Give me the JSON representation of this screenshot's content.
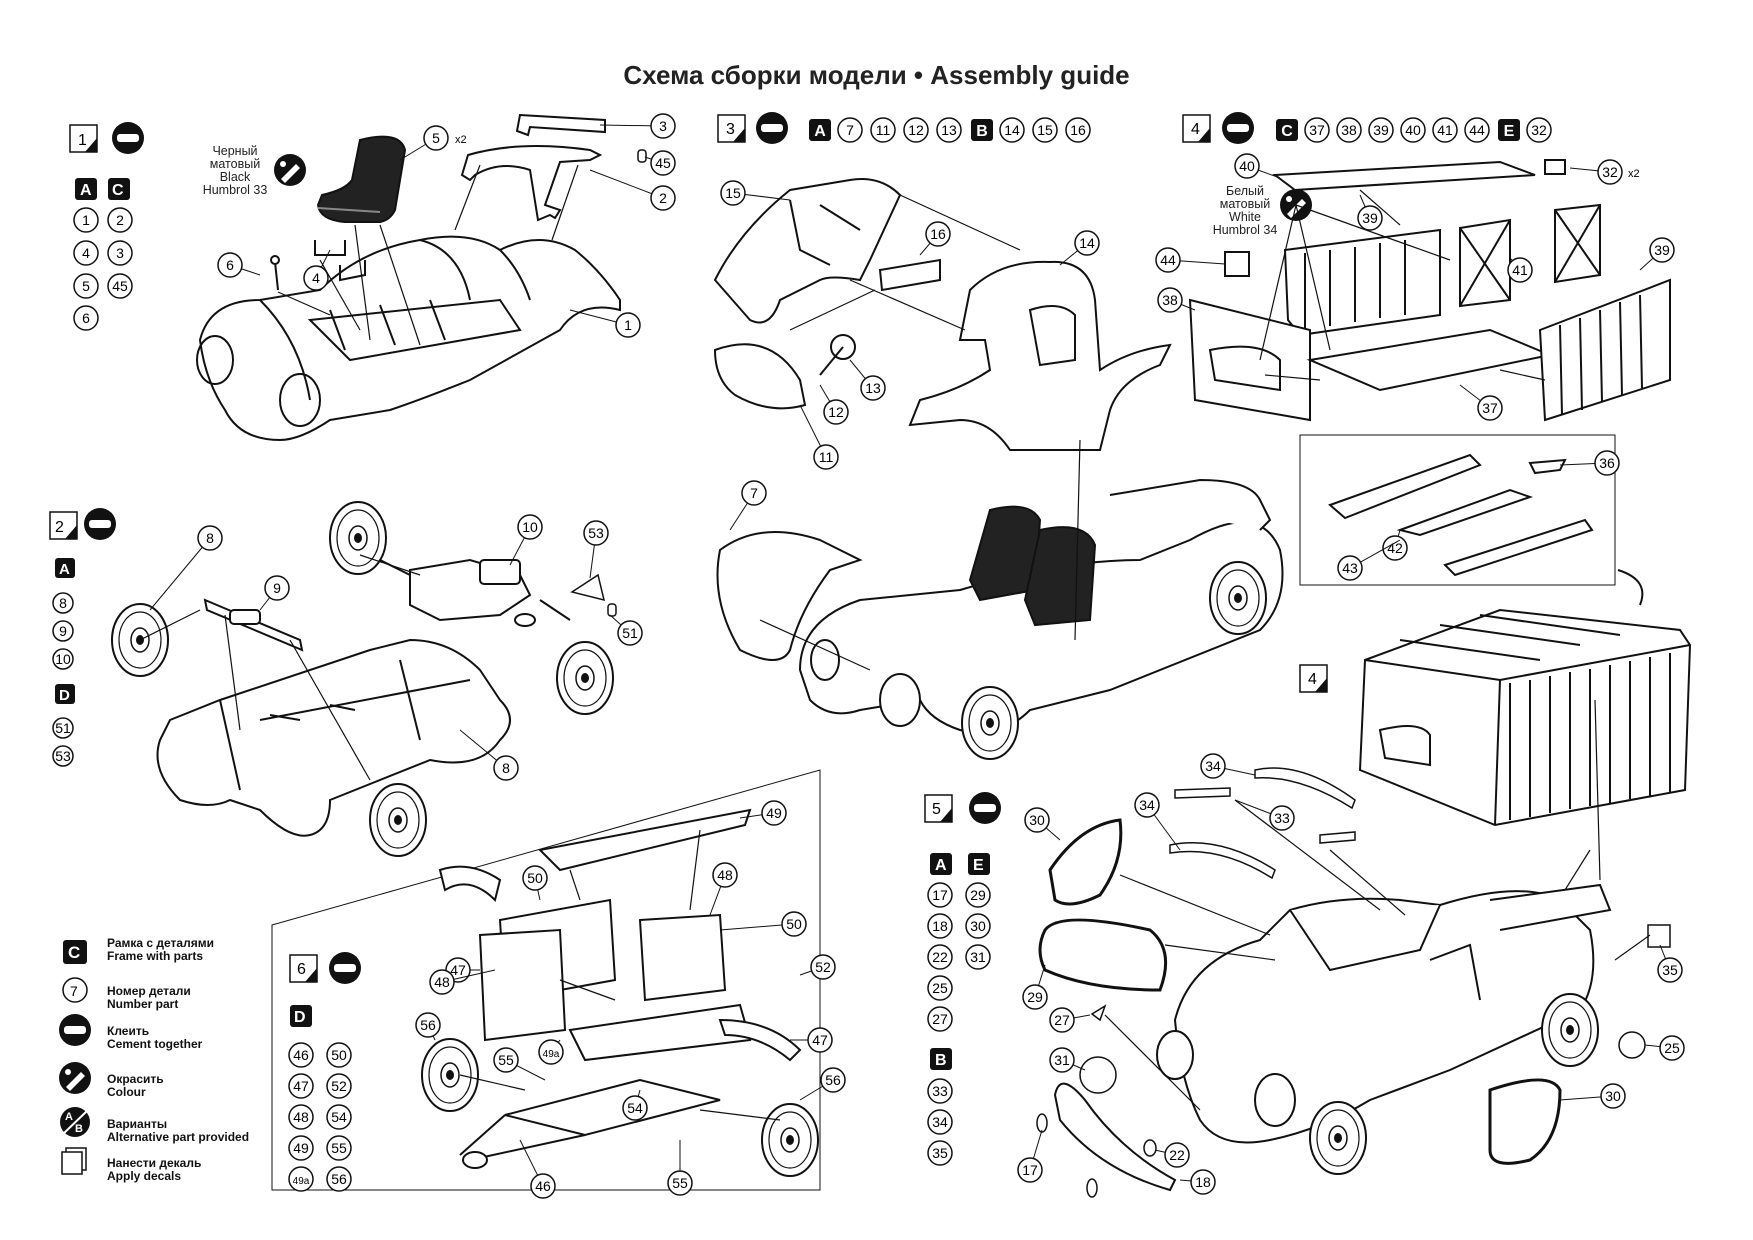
{
  "title": "Схема сборки модели • Assembly guide",
  "paint_black": [
    "Черный",
    "матовый",
    "Black",
    "Humbrol 33"
  ],
  "paint_white": [
    "Белый",
    "матовый",
    "White",
    "Humbrol 34"
  ],
  "legend": [
    {
      "symbol": "C",
      "ru": "Рамка с деталями",
      "en": "Frame with parts"
    },
    {
      "symbol": "7",
      "ru": "Номер детали",
      "en": "Number part"
    },
    {
      "symbol": "cement",
      "ru": "Клеить",
      "en": "Cement together"
    },
    {
      "symbol": "paint",
      "ru": "Окрасить",
      "en": "Colour"
    },
    {
      "symbol": "AB",
      "ru": "Варианты",
      "en": "Alternative part provided"
    },
    {
      "symbol": "decal",
      "ru": "Нанести декаль",
      "en": "Apply decals"
    }
  ],
  "steps": [
    {
      "num": "1",
      "frames": [
        [
          "A",
          "C"
        ]
      ],
      "parts": [
        "1",
        "2",
        "4",
        "3",
        "5",
        "45",
        "6"
      ],
      "x2": [
        "5"
      ]
    },
    {
      "num": "2",
      "frames": [
        "A",
        "D"
      ],
      "parts_A": [
        "8",
        "9",
        "10"
      ],
      "parts_D": [
        "51",
        "53"
      ]
    },
    {
      "num": "3",
      "header": [
        "A",
        "7",
        "11",
        "12",
        "13",
        "B",
        "14",
        "15",
        "16"
      ]
    },
    {
      "num": "4",
      "header": [
        "C",
        "37",
        "38",
        "39",
        "40",
        "41",
        "44",
        "E",
        "32"
      ],
      "x2": [
        "32"
      ]
    },
    {
      "num": "4"
    },
    {
      "num": "5",
      "frames": [
        [
          "A",
          "E"
        ]
      ],
      "parts": [
        "17",
        "29",
        "18",
        "30",
        "22",
        "31",
        "25",
        "27"
      ],
      "frame_B": [
        "33",
        "34",
        "35"
      ]
    },
    {
      "num": "6",
      "frames": [
        "D"
      ],
      "parts": [
        "46",
        "50",
        "47",
        "52",
        "48",
        "54",
        "49",
        "55",
        "49a",
        "56"
      ]
    }
  ],
  "callouts": {
    "step1": [
      "5",
      "3",
      "45",
      "2",
      "6",
      "4",
      "1"
    ],
    "step2": [
      "8",
      "9",
      "10",
      "53",
      "51",
      "8"
    ],
    "step3": [
      "15",
      "16",
      "14",
      "13",
      "12",
      "11",
      "7"
    ],
    "step4": [
      "40",
      "32",
      "39",
      "44",
      "38",
      "41",
      "39",
      "37",
      "36",
      "42",
      "43"
    ],
    "step5": [
      "34",
      "33",
      "34",
      "30",
      "29",
      "27",
      "31",
      "17",
      "22",
      "18",
      "30",
      "25",
      "35"
    ],
    "step6": [
      "49",
      "50",
      "48",
      "47",
      "50",
      "48",
      "52",
      "56",
      "55",
      "49a",
      "54",
      "47",
      "46",
      "55",
      "56"
    ]
  },
  "x2_label": "x2"
}
